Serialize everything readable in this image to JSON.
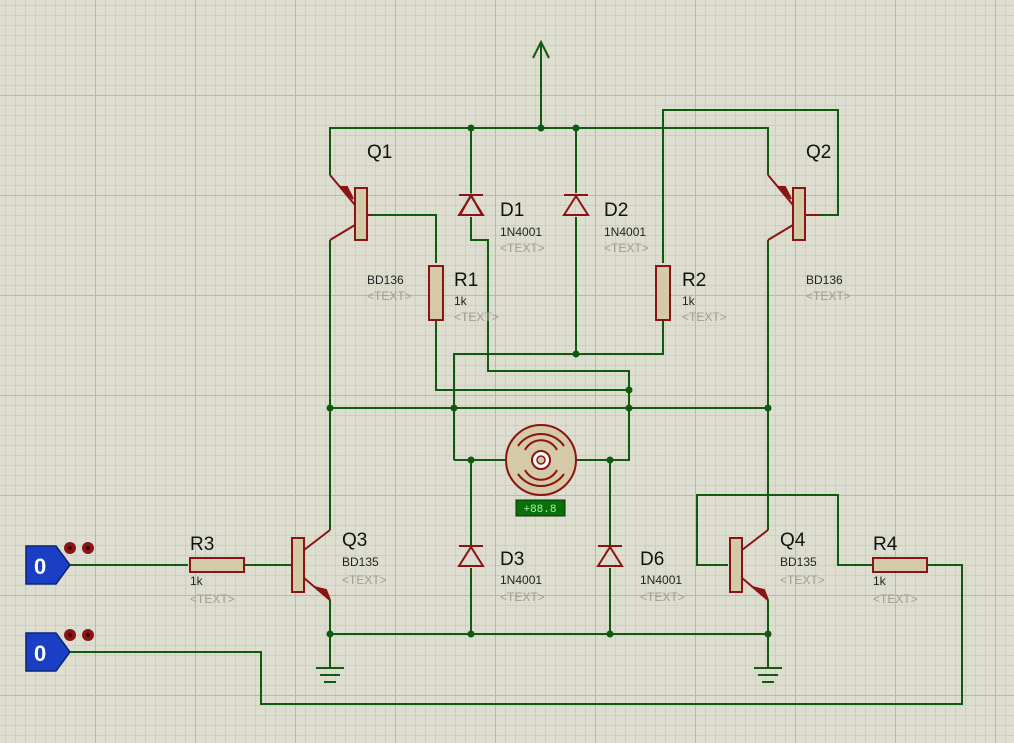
{
  "components": {
    "q1": {
      "ref": "Q1",
      "value": "BD136",
      "text": "<TEXT>"
    },
    "q2": {
      "ref": "Q2",
      "value": "BD136",
      "text": "<TEXT>"
    },
    "q3": {
      "ref": "Q3",
      "value": "BD135",
      "text": "<TEXT>"
    },
    "q4": {
      "ref": "Q4",
      "value": "BD135",
      "text": "<TEXT>"
    },
    "d1": {
      "ref": "D1",
      "value": "1N4001",
      "text": "<TEXT>"
    },
    "d2": {
      "ref": "D2",
      "value": "1N4001",
      "text": "<TEXT>"
    },
    "d3": {
      "ref": "D3",
      "value": "1N4001",
      "text": "<TEXT>"
    },
    "d6": {
      "ref": "D6",
      "value": "1N4001",
      "text": "<TEXT>"
    },
    "r1": {
      "ref": "R1",
      "value": "1k",
      "text": "<TEXT>"
    },
    "r2": {
      "ref": "R2",
      "value": "1k",
      "text": "<TEXT>"
    },
    "r3": {
      "ref": "R3",
      "value": "1k",
      "text": "<TEXT>"
    },
    "r4": {
      "ref": "R4",
      "value": "1k",
      "text": "<TEXT>"
    }
  },
  "motor": {
    "readout": "+88.8"
  },
  "logic_inputs": [
    {
      "value": "0"
    },
    {
      "value": "0"
    }
  ],
  "colors": {
    "wire": "#0f5a0f",
    "component": "#8a1414",
    "background": "#deded0",
    "logic_terminal": "#1a3fc4",
    "readout_bg": "#0a6e0a"
  }
}
